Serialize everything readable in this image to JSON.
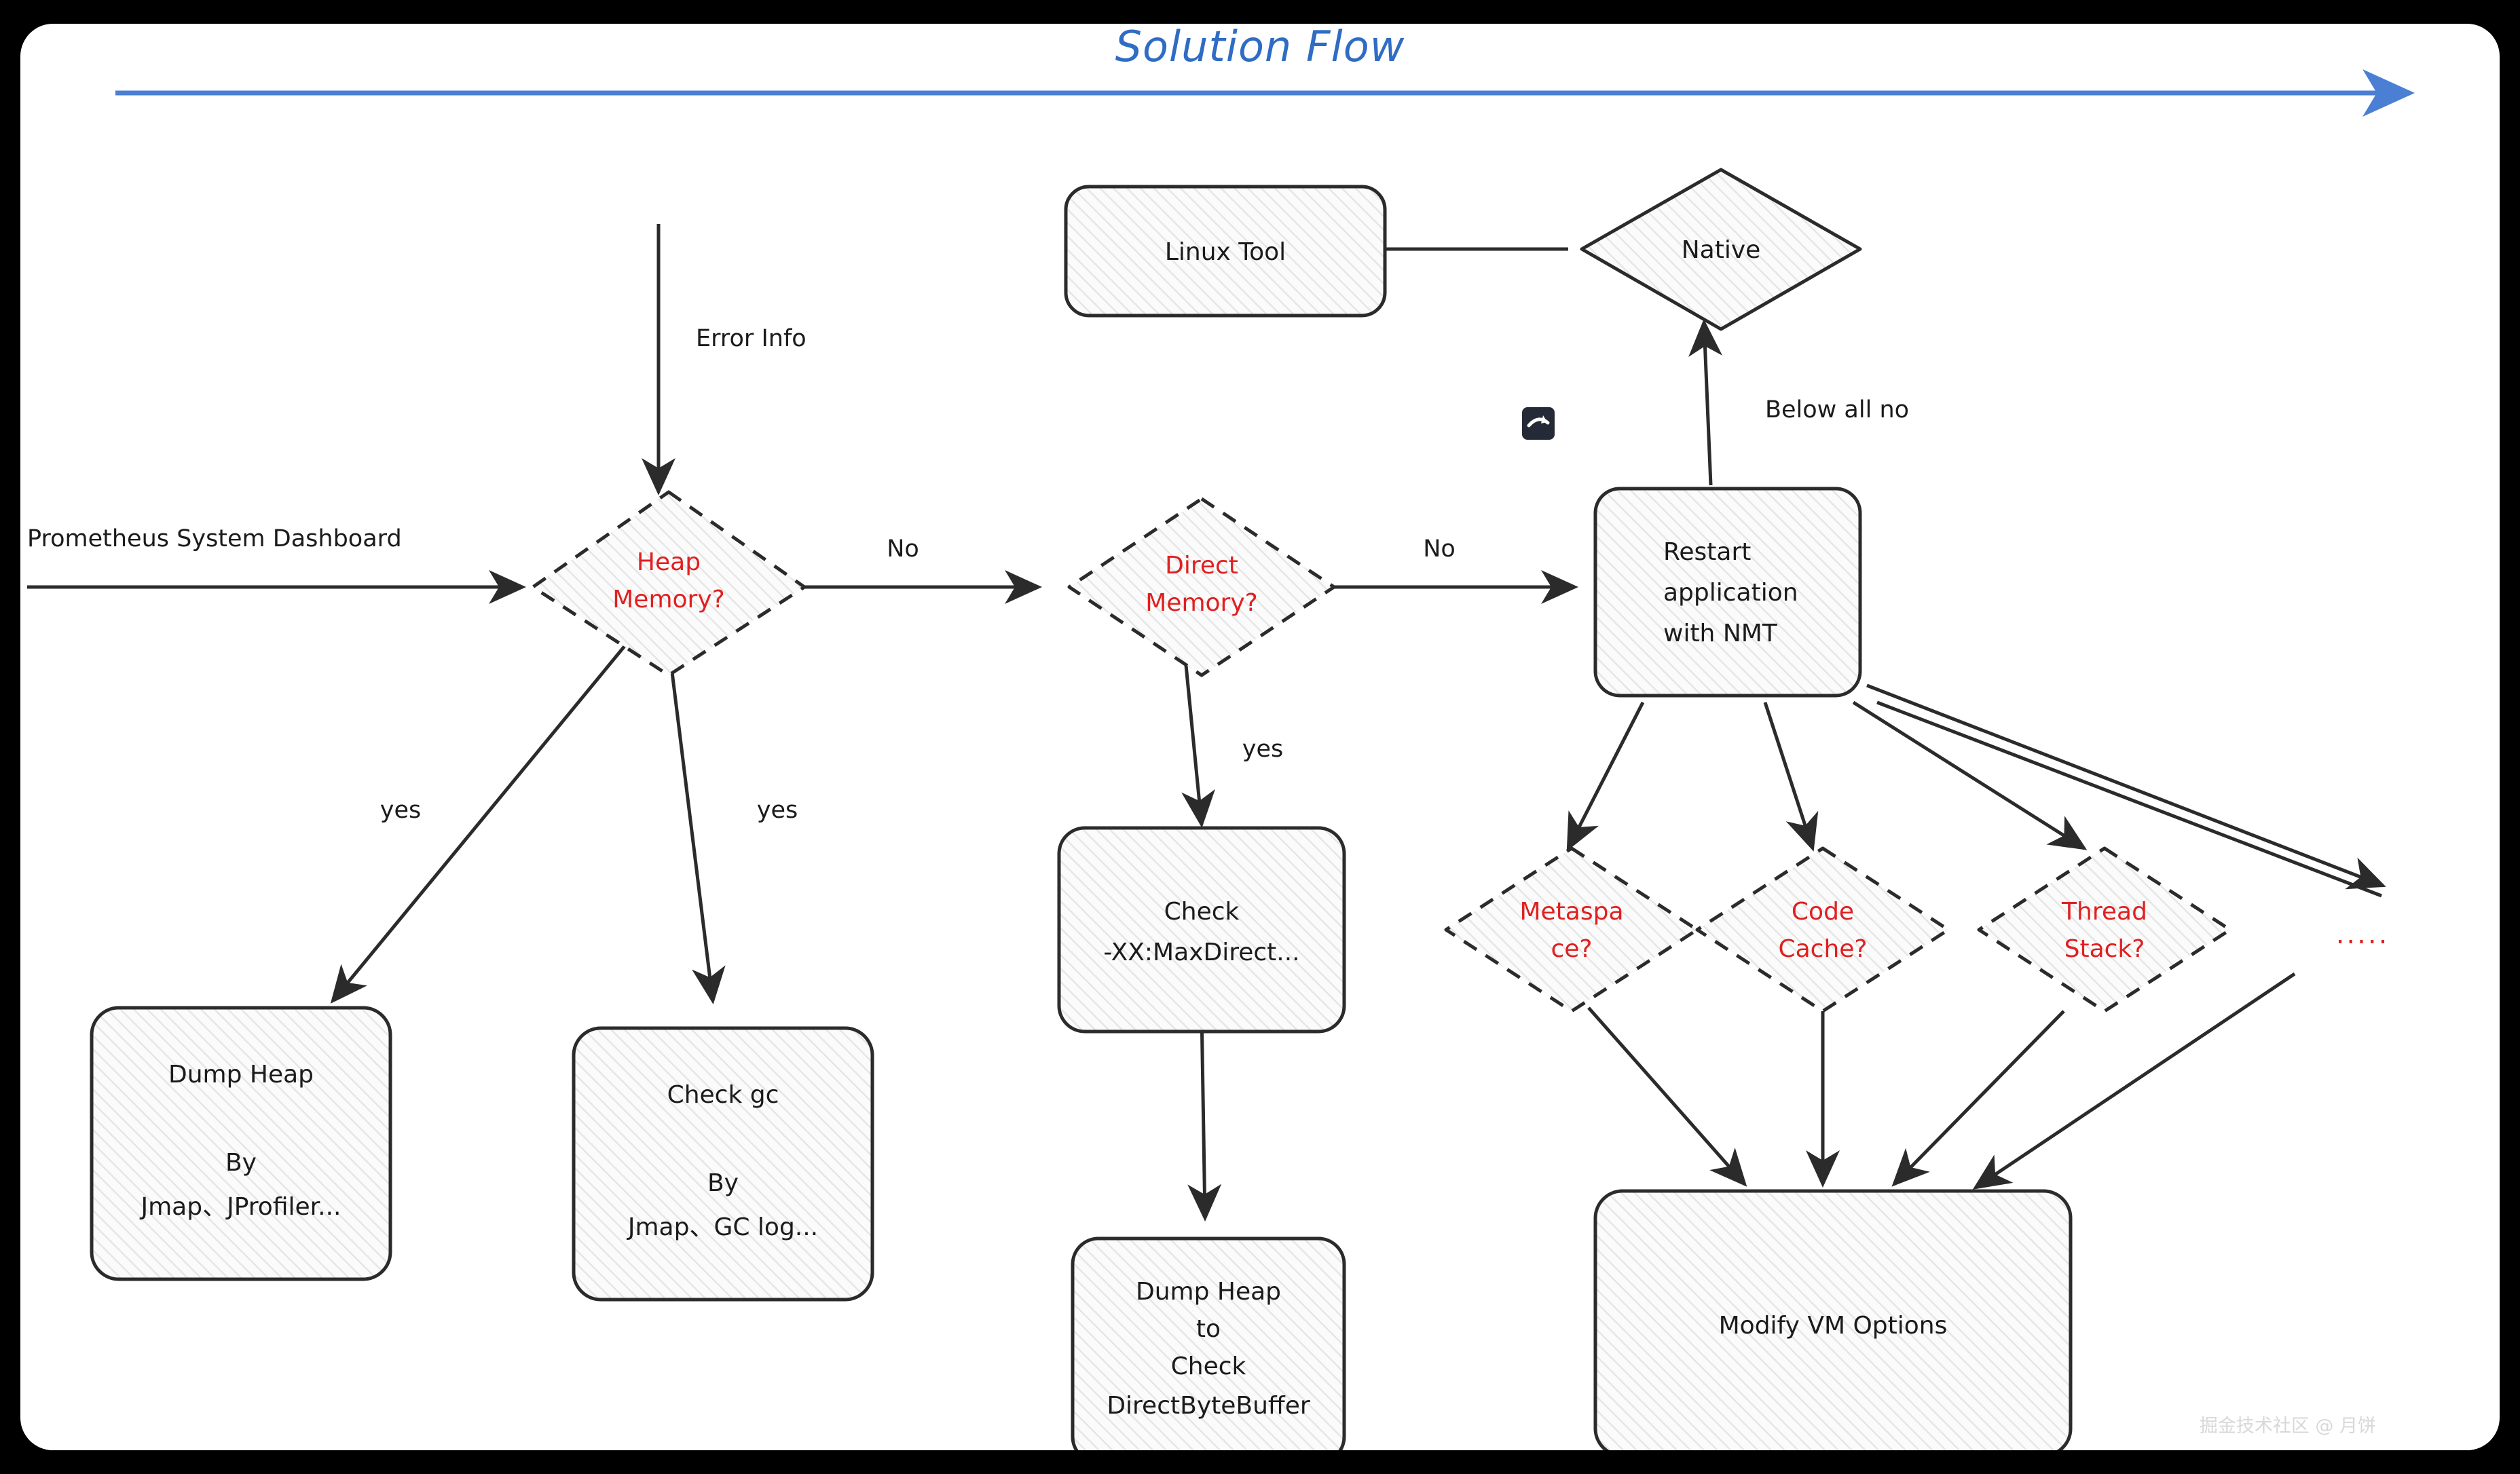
{
  "page": {
    "title": "Solution Flow",
    "background_color": "#000000",
    "canvas_color": "#ffffff",
    "title_color": "#2f6cc4",
    "accent_color": "#4a7fd4",
    "decision_text_color": "#e02020",
    "node_text_color": "#1b1b1b"
  },
  "watermark": {
    "text": "掘金技术社区 @ 月饼",
    "badge_icon": "juejin-logo-icon"
  },
  "nodes": {
    "heap_memory": {
      "label_lines": [
        "Heap",
        "Memory?"
      ],
      "shape": "diamond",
      "border": "dashed",
      "text_color": "#e02020"
    },
    "direct_memory": {
      "label_lines": [
        "Direct",
        "Memory?"
      ],
      "shape": "diamond",
      "border": "dashed",
      "text_color": "#e02020"
    },
    "native": {
      "label_lines": [
        "Native"
      ],
      "shape": "diamond",
      "border": "solid",
      "text_color": "#1b1b1b"
    },
    "linux_tool": {
      "label_lines": [
        "Linux Tool"
      ],
      "shape": "rounded-rect",
      "border": "solid",
      "text_color": "#1b1b1b"
    },
    "restart_nmt": {
      "label_lines": [
        "Restart",
        "application",
        "with NMT"
      ],
      "shape": "rounded-rect",
      "border": "solid",
      "text_color": "#1b1b1b"
    },
    "dump_heap_left": {
      "label_lines": [
        "Dump Heap",
        "",
        "By",
        "Jmap、JProfiler..."
      ],
      "shape": "rounded-rect",
      "border": "solid",
      "text_color": "#1b1b1b"
    },
    "check_gc": {
      "label_lines": [
        "Check gc",
        "",
        "By",
        "Jmap、GC log..."
      ],
      "shape": "rounded-rect",
      "border": "solid",
      "text_color": "#1b1b1b"
    },
    "check_maxdirect": {
      "label_lines": [
        "Check",
        "-XX:MaxDirect..."
      ],
      "shape": "rounded-rect",
      "border": "solid",
      "text_color": "#1b1b1b"
    },
    "dump_heap_dbb": {
      "label_lines": [
        "Dump Heap",
        "to",
        "Check",
        "DirectByteBuffer"
      ],
      "shape": "rounded-rect",
      "border": "solid",
      "text_color": "#1b1b1b"
    },
    "metaspace": {
      "label_lines": [
        "Metaspa",
        "ce?"
      ],
      "shape": "diamond",
      "border": "dashed",
      "text_color": "#e02020"
    },
    "code_cache": {
      "label_lines": [
        "Code",
        "Cache?"
      ],
      "shape": "diamond",
      "border": "dashed",
      "text_color": "#e02020"
    },
    "thread_stack": {
      "label_lines": [
        "Thread",
        "Stack?"
      ],
      "shape": "diamond",
      "border": "dashed",
      "text_color": "#e02020"
    },
    "more_ellipsis": {
      "label_lines": [
        "....."
      ],
      "shape": "text",
      "text_color": "#e02020"
    },
    "modify_vm_options": {
      "label_lines": [
        "Modify VM Options"
      ],
      "shape": "rounded-rect",
      "border": "solid",
      "text_color": "#1b1b1b"
    }
  },
  "edge_labels": {
    "entry": "Prometheus System Dashboard",
    "error_info": "Error Info",
    "heap_no": "No",
    "direct_no": "No",
    "heap_yes_left": "yes",
    "heap_yes_down": "yes",
    "direct_yes": "yes",
    "below_all_no": "Below all no"
  }
}
